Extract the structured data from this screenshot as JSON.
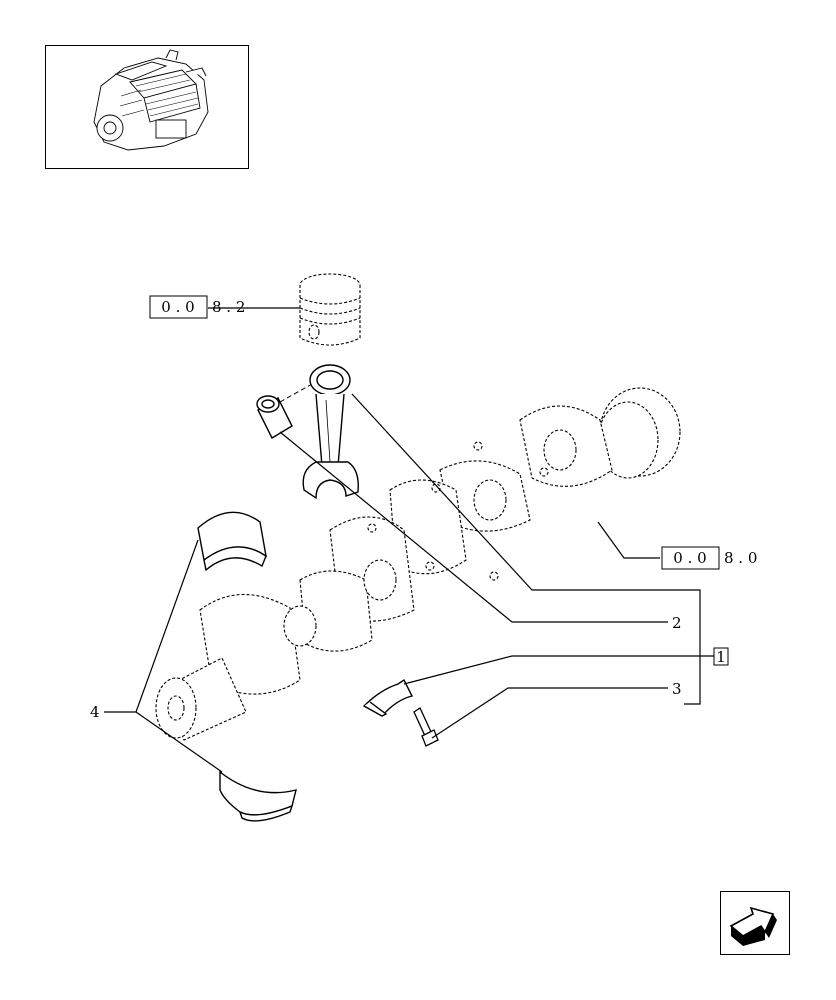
{
  "references": {
    "piston_group": {
      "boxed": "0 . 0",
      "rest": "8 . 2"
    },
    "crankshaft_group": {
      "boxed": "0 . 0",
      "rest": "8 . 0"
    }
  },
  "callouts": {
    "item_1": "1",
    "item_2": "2",
    "item_3": "3",
    "item_4": "4"
  },
  "icons": {
    "thumbnail": "engine-icon",
    "navigation": "arrow-turn-icon"
  }
}
